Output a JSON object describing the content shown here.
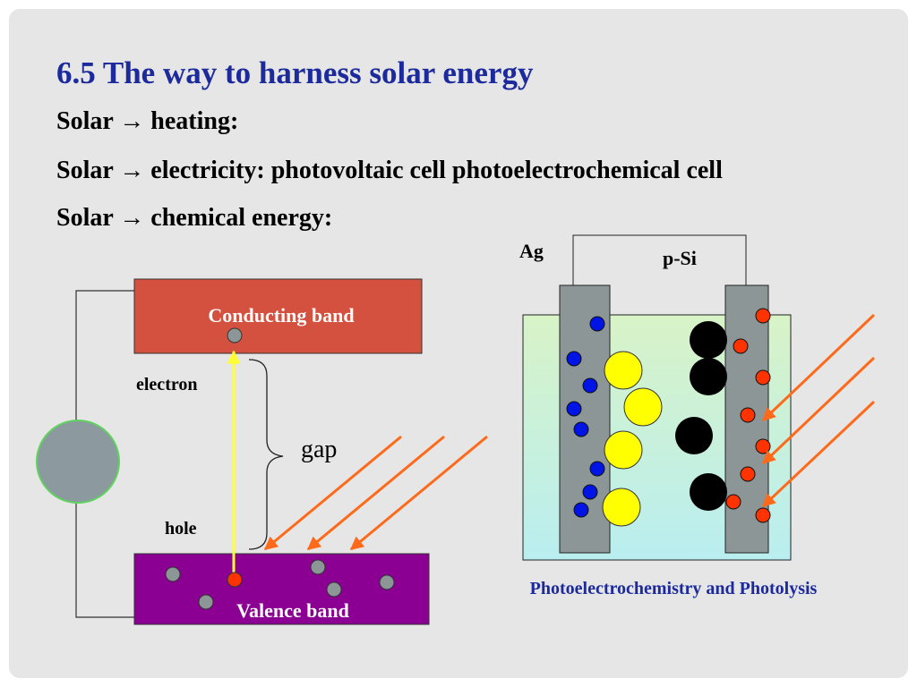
{
  "slide": {
    "title": "6.5 The way to harness solar energy",
    "lines": [
      {
        "source": "Solar",
        "arrow": "→",
        "target": "heating:"
      },
      {
        "source": "Solar",
        "arrow": "→",
        "target": "electricity: photovoltaic cell photoelectrochemical cell"
      },
      {
        "source": "Solar",
        "arrow": "→",
        "target": "chemical energy:"
      }
    ]
  },
  "band_diagram": {
    "conducting_band_label": "Conducting band",
    "valence_band_label": "Valence band",
    "electron_label": "electron",
    "hole_label": "hole",
    "gap_label": "gap",
    "colors": {
      "conducting_band": "#d4513f",
      "valence_band": "#8b0093",
      "excitation_arrow": "#ffff33",
      "light_rays": "#ff6a1a",
      "load_circle": "#8c9aa0"
    }
  },
  "cell_diagram": {
    "ag_label": "Ag",
    "psi_label": "p-Si",
    "caption": "Photoelectrochemistry and Photolysis",
    "colors": {
      "electrolyte_top": "#d8f3c7",
      "electrolyte_bottom": "#b9eef0",
      "electrode": "#8c9696",
      "blue_particle": "#0014e6",
      "yellow_particle": "#ffff00",
      "black_particle": "#000000",
      "red_particle": "#ff3300",
      "caption": "#1c2a9c"
    }
  }
}
